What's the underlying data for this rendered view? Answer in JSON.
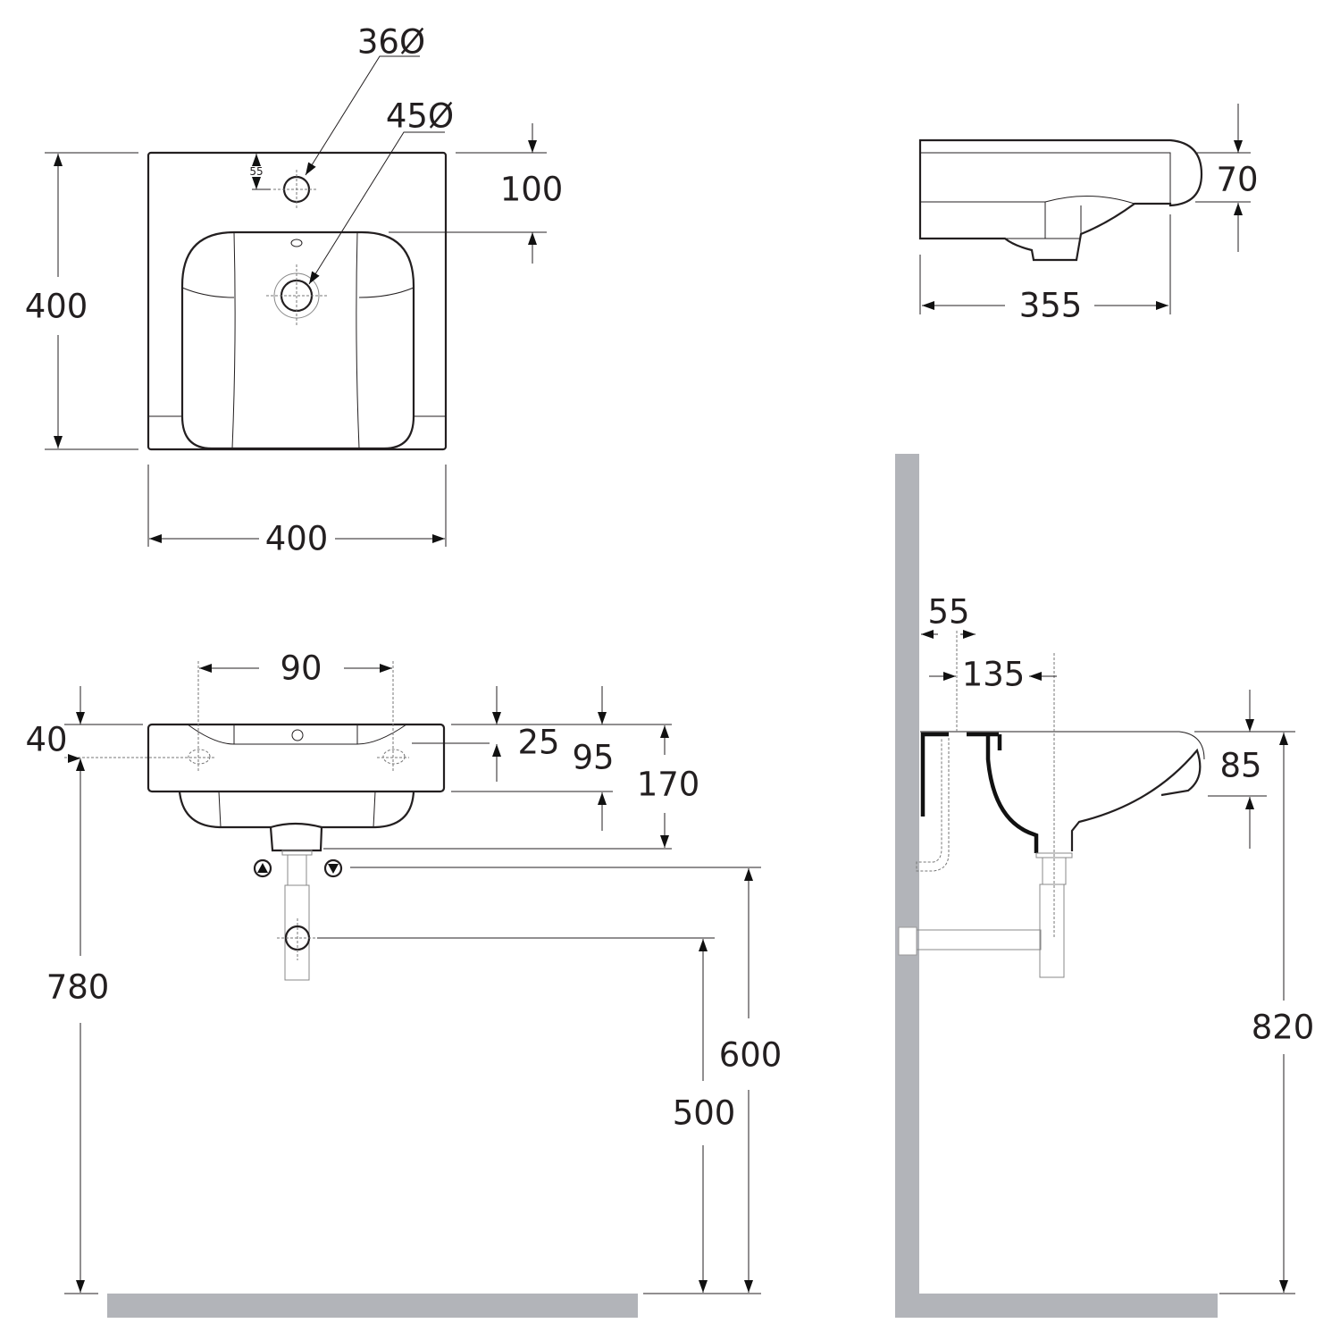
{
  "colors": {
    "line": "#231f20",
    "wall": "#b2b4b9",
    "background": "#ffffff"
  },
  "top_view": {
    "tap_hole_diameter": "36Ø",
    "drain_diameter": "45Ø",
    "tap_hole_offset": "55",
    "rim_to_basin": "100",
    "depth": "400",
    "width": "400"
  },
  "side_view_top": {
    "height": "70",
    "projection": "355"
  },
  "front_view": {
    "hole_spacing": "90",
    "hole_height": "40",
    "overflow_depth": "25",
    "rim_height": "95",
    "total_height": "170",
    "mounting_height": "780",
    "waste_height_upper": "600",
    "waste_height_lower": "500",
    "icon_up": "arrow-up-icon",
    "icon_down": "arrow-down-icon"
  },
  "side_view_installed": {
    "wall_offset": "55",
    "drain_offset": "135",
    "rim_depth": "85",
    "rim_height_floor": "820"
  }
}
